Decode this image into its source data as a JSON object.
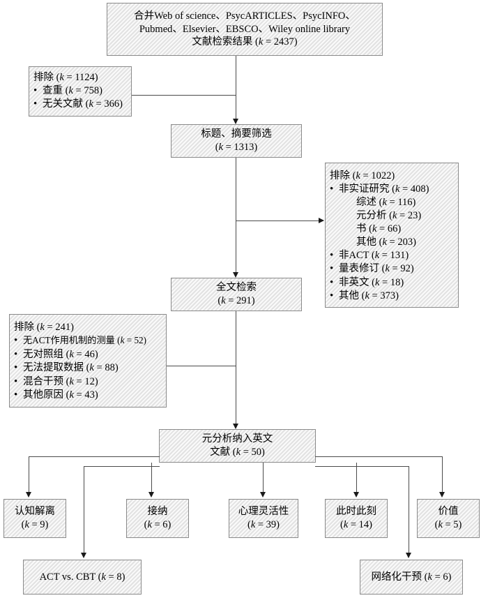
{
  "diagram": {
    "type": "prisma-flowchart",
    "title": "文献筛选流程图",
    "colors": {
      "box_fill": "#ececec",
      "box_border": "#8a8a8a",
      "line": "#4a4a4a",
      "arrow": "#1a1a1a",
      "text": "#000000"
    }
  },
  "nodes": {
    "identification": {
      "id": "identification-box",
      "lines": [
        "合并Web of science、PsycARTICLES、PsycINFO、",
        "Pubmed、Elsevier、EBSCO、Wiley online library",
        "文献检索结果 (k = 2437)"
      ],
      "k": 2437
    },
    "excluded_duplicates": {
      "id": "excluded-duplicates-box",
      "header": "排除 (k = 1124)",
      "items": [
        "查重 (k = 758)",
        "无关文献 (k = 366)"
      ],
      "k": 1124
    },
    "screening": {
      "id": "screening-box",
      "lines": [
        "标题、摘要筛选",
        "(k = 1313)"
      ],
      "k": 1313
    },
    "excluded_screening": {
      "id": "excluded-screening-box",
      "header": "排除 (k = 1022)",
      "items": [
        {
          "text": "非实证研究 (k = 408)",
          "level": "bullet"
        },
        {
          "text": "综述 (k = 116)",
          "level": "sub"
        },
        {
          "text": "元分析 (k = 23)",
          "level": "sub"
        },
        {
          "text": "书 (k = 66)",
          "level": "sub"
        },
        {
          "text": "其他 (k = 203)",
          "level": "sub"
        },
        {
          "text": "非ACT (k = 131)",
          "level": "bullet"
        },
        {
          "text": "量表修订 (k = 92)",
          "level": "bullet"
        },
        {
          "text": "非英文 (k = 18)",
          "level": "bullet"
        },
        {
          "text": "其他 (k = 373)",
          "level": "bullet"
        }
      ],
      "k": 1022
    },
    "fulltext": {
      "id": "fulltext-box",
      "lines": [
        "全文检索",
        "(k = 291)"
      ],
      "k": 291
    },
    "excluded_fulltext": {
      "id": "excluded-fulltext-box",
      "header": "排除 (k = 241)",
      "items": [
        "无ACT作用机制的测量 (k = 52)",
        "无对照组 (k = 46)",
        "无法提取数据 (k = 88)",
        "混合干预 (k = 12)",
        "其他原因 (k = 43)"
      ],
      "k": 241
    },
    "included": {
      "id": "included-box",
      "lines": [
        "元分析纳入英文",
        "文献 (k = 50)"
      ],
      "k": 50
    }
  },
  "outcomes_row1": [
    {
      "id": "outcome-cognitive-defusion",
      "lines": [
        "认知解离",
        "(k = 9)"
      ],
      "k": 9
    },
    {
      "id": "outcome-acceptance",
      "lines": [
        "接纳",
        "(k = 6)"
      ],
      "k": 6
    },
    {
      "id": "outcome-psych-flexibility",
      "lines": [
        "心理灵活性",
        "(k = 39)"
      ],
      "k": 39
    },
    {
      "id": "outcome-present-moment",
      "lines": [
        "此时此刻",
        "(k = 14)"
      ],
      "k": 14
    },
    {
      "id": "outcome-values",
      "lines": [
        "价值",
        "(k = 5)"
      ],
      "k": 5
    }
  ],
  "outcomes_row2": [
    {
      "id": "outcome-act-vs-cbt",
      "lines": [
        "ACT vs. CBT (k = 8)"
      ],
      "k": 8
    },
    {
      "id": "outcome-online-intervention",
      "lines": [
        "网络化干预 (k = 6)"
      ],
      "k": 6
    }
  ]
}
